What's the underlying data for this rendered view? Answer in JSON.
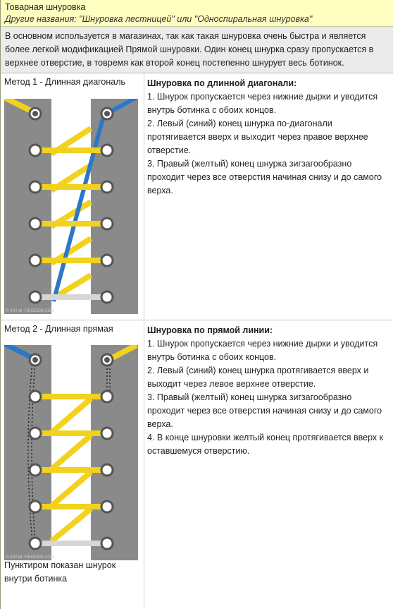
{
  "header": {
    "title": "Товарная шнуровка",
    "subtitle": "Другие названия: \"Шнуровка лестницей\" или \"Односпиральная шнуровка\""
  },
  "intro": "В основном используется в магазинах, так как такая шнуровка очень быстра и является более легкой модификацией Прямой шнуровки. Один конец шнурка сразу пропускается в верхнее отверстие, в товремя как второй конец постепенно шнурует весь ботинок.",
  "method1": {
    "label": "Метод 1 - Длинная диагональ",
    "title": "Шнуровка по длинной диагонали:",
    "steps": [
      "1. Шнурок пропускается через нижние дырки и уводится внутрь ботинка с обоих концов.",
      "2. Левый (синий) конец шнурка по-диагонали протягивается вверх и выходит через правое верхнее отверстие.",
      "3. Правый (желтый) конец шнурка зигзагообразно проходит через все отверстия начиная снизу и до самого верха."
    ]
  },
  "method2": {
    "label": "Метод 2 - Длинная прямая",
    "title": "Шнуровка по прямой линии:",
    "steps": [
      "1. Шнурок пропускается через нижние дырки и уводится внутрь ботинка с обоих концов.",
      "2. Левый (синий) конец шнурка протягивается вверх и выходит через левое верхнее отверстие.",
      "3. Правый (желтый) конец шнурка зигзагообразно проходит через все отверстия начиная снизу и до самого верха.",
      "4. В конце шнуровки желтый конец протягивается вверх к оставшемуся отверстию."
    ],
    "footnote": "Пунктиром показан шнурок внутри ботинка"
  },
  "watermark": "© IAN W. FIEGGEN.COM",
  "colors": {
    "header_bg": "#ffffbf",
    "intro_bg": "#ebebeb",
    "shoe_gray": "#8a8a8a",
    "tongue": "#ffffff",
    "lace_yellow": "#f2d21c",
    "lace_blue": "#2a78c8",
    "lace_white": "#d6d6d6"
  }
}
